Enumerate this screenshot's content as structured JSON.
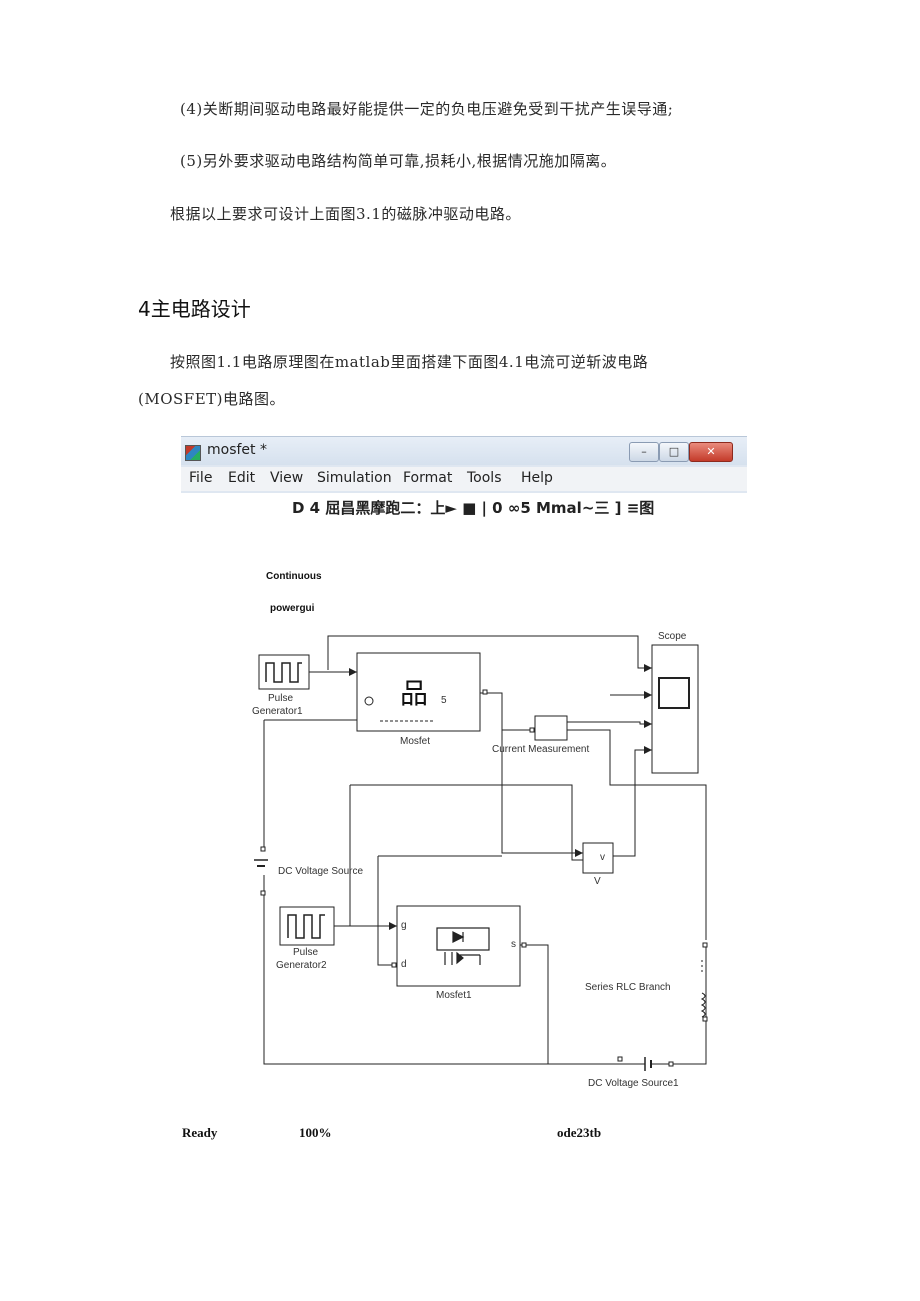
{
  "paragraphs": {
    "p1": "(4)关断期间驱动电路最好能提供一定的负电压避免受到干扰产生误导通;",
    "p2": "(5)另外要求驱动电路结构简单可靠,损耗小,根据情况施加隔离。",
    "p3": "根据以上要求可设计上面图3.1的磁脉冲驱动电路。",
    "heading": "4主电路设计",
    "p4": "按照图1.1电路原理图在matlab里面搭建下面图4.1电流可逆斩波电路",
    "p5": "(MOSFET)电路图。"
  },
  "window": {
    "title": "mosfet *",
    "controls": {
      "minimize": "–",
      "maximize": "□",
      "close": "✕"
    },
    "menu": [
      "File",
      "Edit",
      "View",
      "Simulation",
      "Format",
      "Tools",
      "Help"
    ],
    "toolbar_ocr": "D 4 屈昌黑摩跑二：上► ■ | 0 ∞5 Mmal~三 ] ≡图"
  },
  "diagram": {
    "continuous": "Continuous",
    "powergui": "powergui",
    "scope": "Scope",
    "pulse1_line1": "Pulse",
    "pulse1_line2": "Generator1",
    "mosfet_top_label": "Mosfet",
    "mosfet_top_symbol": "品",
    "mosfet_top_pin": "5",
    "current_meas": "Current Measurement",
    "dc_source": "DC Voltage Source",
    "voltmeter_label": "V",
    "voltmeter_inner": "v",
    "pulse2_line1": "Pulse",
    "pulse2_line2": "Generator2",
    "mosfet1_label": "Mosfet1",
    "pin_g": "g",
    "pin_d": "d",
    "pin_s": "s",
    "rlc": "Series RLC Branch",
    "dc_source1": "DC Voltage Source1"
  },
  "status": {
    "ready": "Ready",
    "zoom": "100%",
    "solver": "ode23tb"
  }
}
